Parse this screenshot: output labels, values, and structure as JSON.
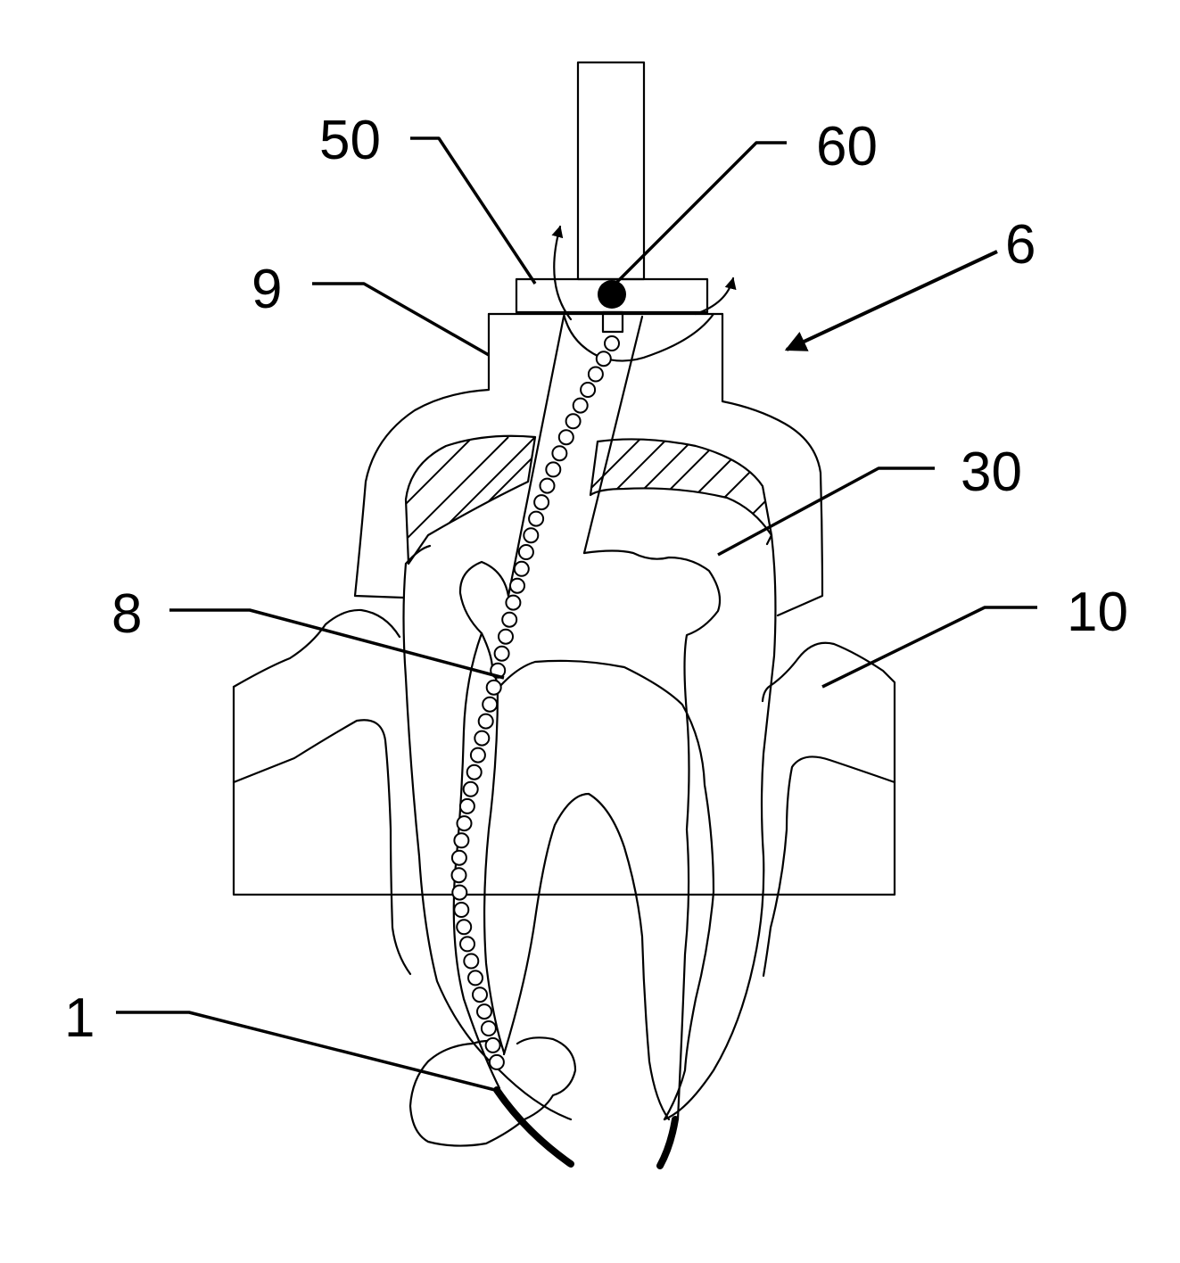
{
  "colors": {
    "line": "#000000",
    "background": "#ffffff"
  },
  "labels": {
    "l50": "50",
    "l60": "60",
    "l6": "6",
    "l9": "9",
    "l30": "30",
    "l8": "8",
    "l10": "10",
    "l1": "1"
  }
}
